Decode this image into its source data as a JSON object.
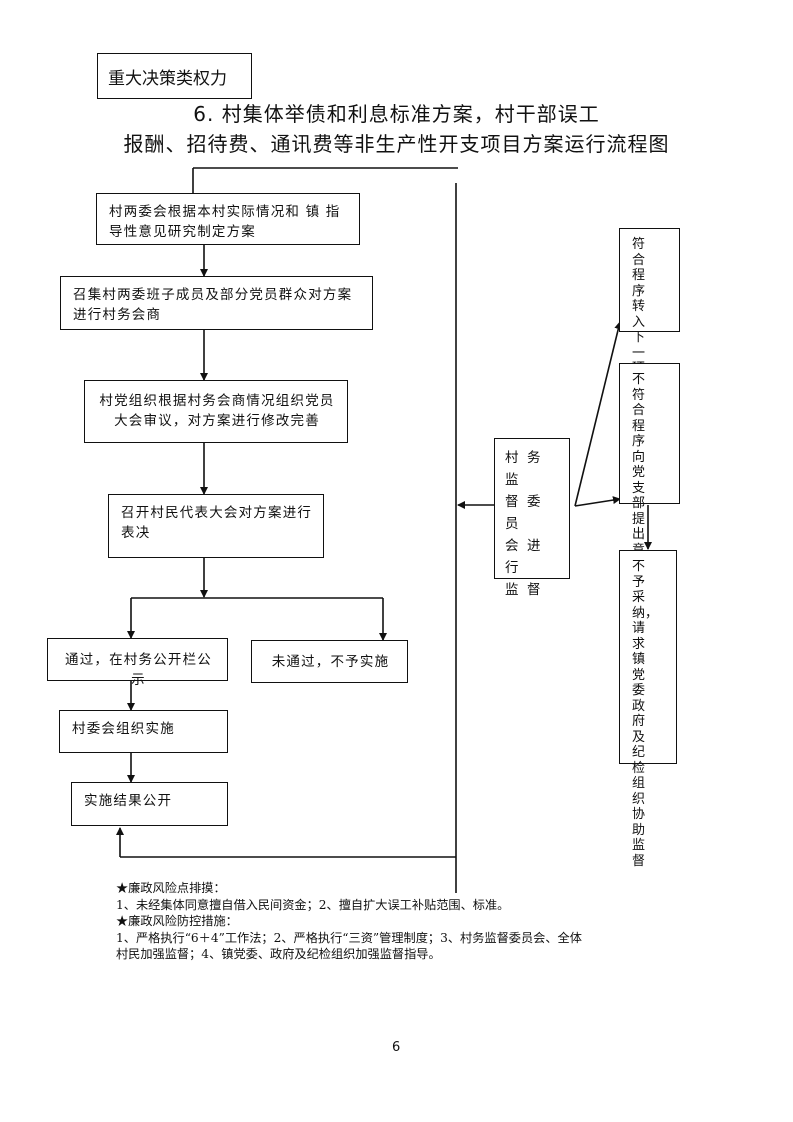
{
  "category": "重大决策类权力",
  "title": {
    "line1": "6. 村集体举债和利息标准方案，村干部误工",
    "line2": "报酬、招待费、通讯费等非生产性开支项目方案运行流程图"
  },
  "flow": {
    "step1": "村两委会根据本村实际情况和 镇 指导性意见研究制定方案",
    "step2": "召集村两委班子成员及部分党员群众对方案进行村务会商",
    "step3": "村党组织根据村务会商情况组织党员大会审议，对方案进行修改完善",
    "step4": "召开村民代表大会对方案进行表决",
    "pass": "通过，在村务公开栏公示",
    "fail": "未通过，不予实施",
    "implement": "村委会组织实施",
    "result": "实施结果公开"
  },
  "supervision": {
    "committee": "村务监督委员会进行监督",
    "compliant": "符合程序转入下一环节",
    "noncompliant": "不符合程序向党支部提出意见建议",
    "rejected": "不予采纳，请求镇党委政府及纪检组织协助监督"
  },
  "notes": {
    "risk_heading": "★廉政风险点排摸：",
    "risk_items": "1、未经集体同意擅自借入民间资金；2、擅自扩大误工补贴范围、标准。",
    "control_heading": "★廉政风险防控措施：",
    "control_line1": "1、严格执行“6＋4”工作法；2、严格执行“三资”管理制度；3、村务监督委员会、全体",
    "control_line2": "村民加强监督；4、镇党委、政府及纪检组织加强监督指导。"
  },
  "page_number": "6"
}
